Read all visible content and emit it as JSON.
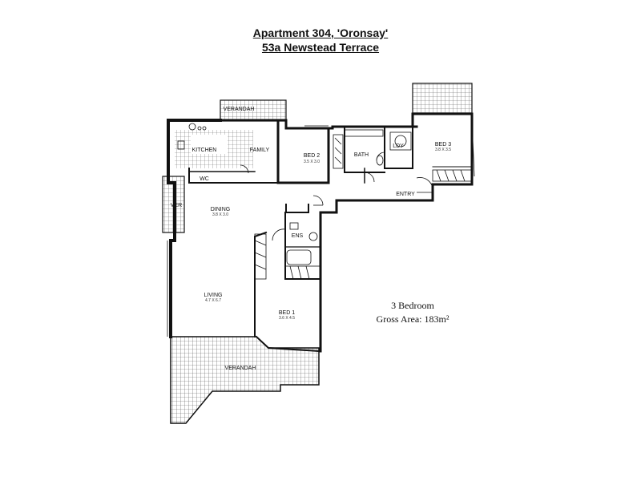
{
  "header": {
    "title_line1": "Apartment 304, 'Oronsay'",
    "title_line2": "53a Newstead Terrace"
  },
  "rooms": {
    "verandah_top": "VERANDAH",
    "kitchen": "KITCHEN",
    "family": "FAMILY",
    "wc": "WC",
    "bed2": "BED 2",
    "bed2_size": "3.5 X 3.0",
    "bath": "BATH",
    "ldy": "LDY",
    "bed3": "BED 3",
    "bed3_size": "3.8 X 3.5",
    "entry": "ENTRY",
    "ver": "VER",
    "dining": "DINING",
    "dining_size": "3.8 X 3.0",
    "ens": "ENS",
    "living": "LIVING",
    "living_size": "4.7 X 6.7",
    "bed1": "BED 1",
    "bed1_size": "3.6 X 4.5",
    "verandah_bottom": "VERANDAH"
  },
  "info": {
    "bedrooms": "3 Bedroom",
    "gross_area_label": "Gross Area:",
    "gross_area_value": "183m²"
  }
}
